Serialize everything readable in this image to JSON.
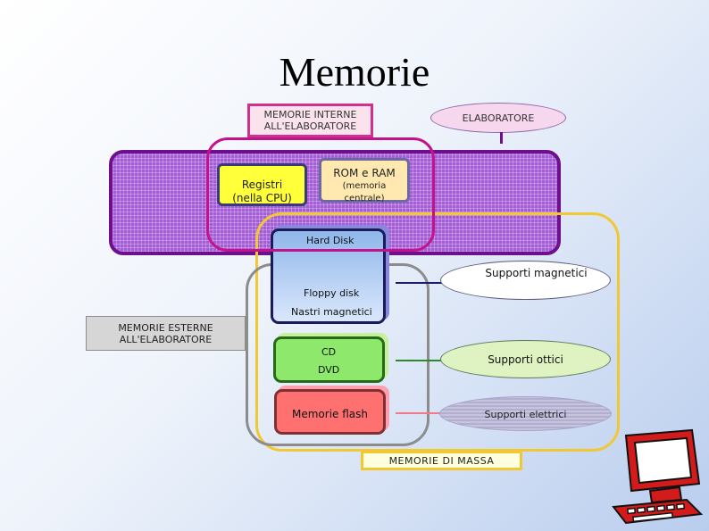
{
  "title": "Memorie",
  "labels": {
    "memorie_interne_line1": "MEMORIE INTERNE",
    "memorie_interne_line2": "ALL'ELABORATORE",
    "elaboratore": "ELABORATORE",
    "memorie_esterne_line1": "MEMORIE ESTERNE",
    "memorie_esterne_line2": "ALL'ELABORATORE",
    "memorie_di_massa": "MEMORIE DI MASSA"
  },
  "internal": {
    "registri_line1": "Registri",
    "registri_line2": "(nella CPU)",
    "romram_title": "ROM e RAM",
    "romram_sub_line1": "(memoria",
    "romram_sub_line2": "centrale)"
  },
  "storage": {
    "hard_disk": "Hard Disk",
    "floppy_disk": "Floppy disk",
    "nastri_magnetici": "Nastri magnetici",
    "cd": "CD",
    "dvd": "DVD",
    "memorie_flash": "Memorie flash"
  },
  "supports": {
    "magnetici": "Supporti magnetici",
    "ottici": "Supporti ottici",
    "elettrici": "Supporti elettrici"
  },
  "colors": {
    "internal_band": "#a45cd6",
    "magnetic": "#8fb7ea",
    "optical": "#8de86b",
    "flash": "#ff7070",
    "connector_magnetic": "#1a1a66",
    "connector_optical": "#2a8a2a",
    "connector_flash": "#f07a8a"
  },
  "icons": [
    "computer-icon"
  ]
}
